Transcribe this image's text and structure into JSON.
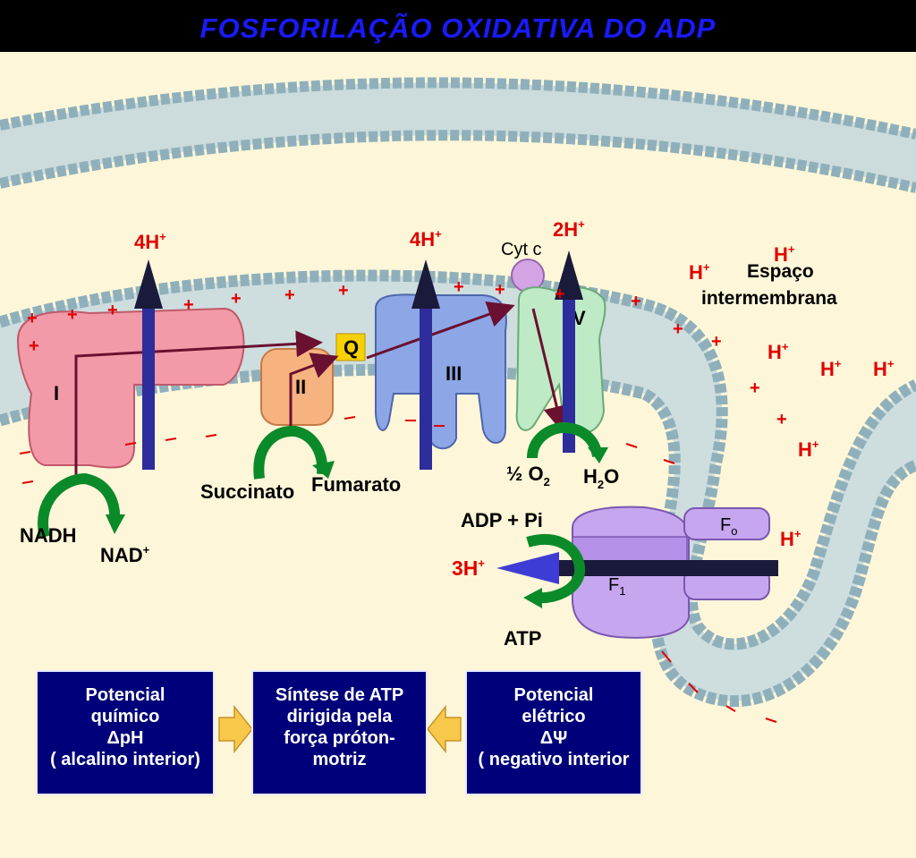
{
  "title": "FOSFORILAÇÃO OXIDATIVA DO ADP",
  "complexes": {
    "c1": "I",
    "c2": "II",
    "c3": "III",
    "c5": "V",
    "q": "Q",
    "cytc": "Cyt c",
    "fo": "F",
    "fo_sub": "o",
    "f1": "F",
    "f1_sub": "1"
  },
  "protons": {
    "h4_left": "4H",
    "h4_mid": "4H",
    "h2": "2H",
    "h3": "3H",
    "h": "H",
    "sup": "+"
  },
  "labels": {
    "espaco_1": "Espaço",
    "espaco_2": "intermembrana",
    "nadh": "NADH",
    "nad": "NAD",
    "succinato": "Succinato",
    "fumarato": "Fumarato",
    "half_o2": "½ O",
    "o2_sub": "2",
    "h2o_a": "H",
    "h2o_sub": "2",
    "h2o_b": "O",
    "adp_pi": "ADP + Pi",
    "atp": "ATP"
  },
  "boxes": {
    "left": [
      "Potencial",
      "químico",
      "ΔpH",
      "( alcalino interior)"
    ],
    "center": [
      "Síntese de ATP",
      "dirigida pela",
      "força próton-",
      "motriz"
    ],
    "right": [
      "Potencial",
      "elétrico",
      "ΔΨ",
      "( negativo interior"
    ]
  },
  "colors": {
    "membrane": "#c3d6dc",
    "lipid_head": "#b8cfd7",
    "complex1": "#f29aa8",
    "complex2": "#f6b27f",
    "complex3": "#8da6e6",
    "complex5": "#bfeac6",
    "atp_synthase": "#c7a6f0",
    "proton_arrow": "#2d2d9c",
    "green_arrow": "#0b8a2a",
    "path_line": "#6a1030",
    "box_bg": "#00007a",
    "title": "#1a1aff",
    "plus_sign": "#e00000"
  }
}
